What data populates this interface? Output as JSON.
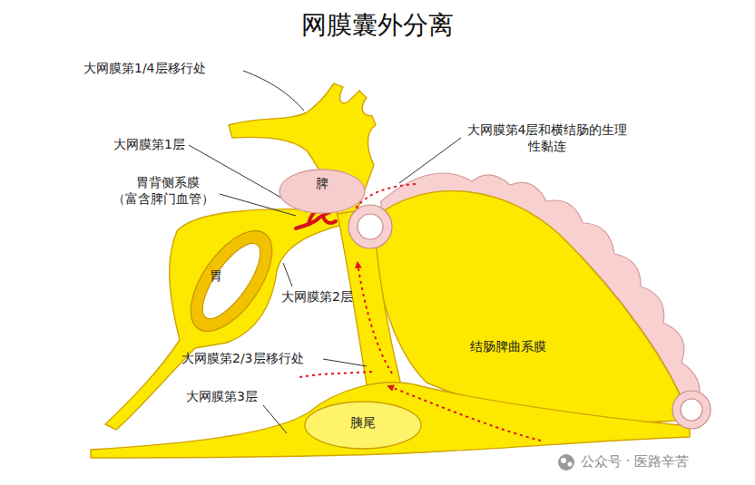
{
  "diagram": {
    "title": "网膜囊外分离",
    "nodes": [
      {
        "text": [
          "脾"
        ]
      },
      {
        "text": [
          "胃"
        ]
      },
      {
        "text": [
          "结肠脾曲系膜"
        ]
      },
      {
        "text": [
          "胰尾"
        ]
      }
    ],
    "labels": [
      "大网膜第1/4层移行处",
      "大网膜第1层",
      "胃背侧系膜",
      "（富含脾门血管）",
      "大网膜第2层",
      "大网膜第2/3层移行处",
      "大网膜第3层",
      "大网膜第4层和横结肠的生理性黏连",
      "公众号 · 医路辛苦"
    ]
  }
}
